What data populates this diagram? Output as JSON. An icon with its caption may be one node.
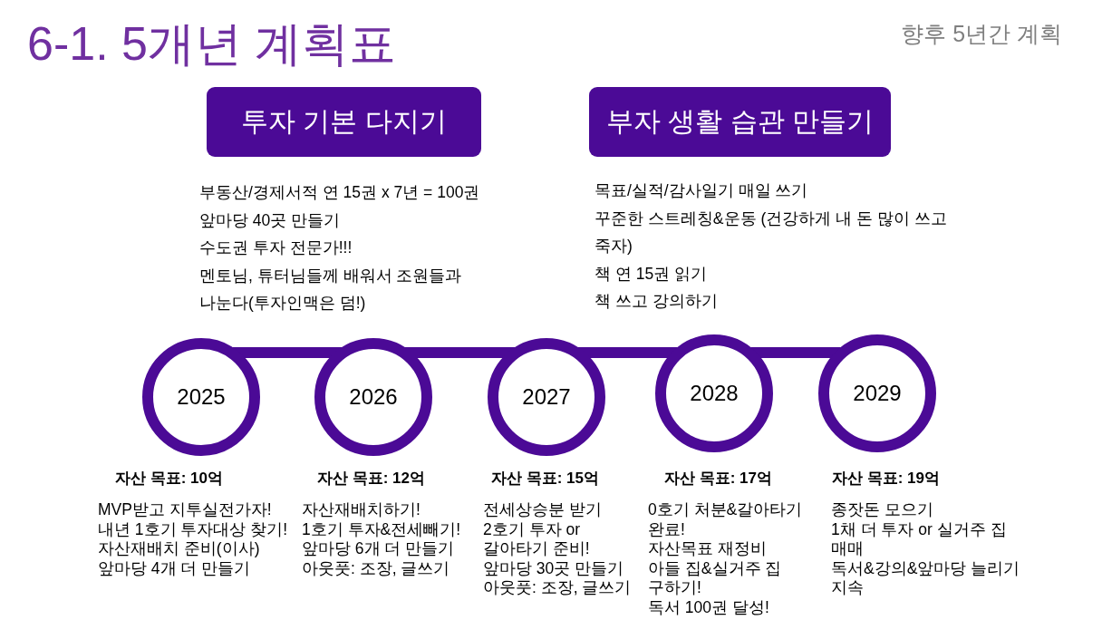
{
  "diagram": {
    "title": "6-1. 5개년 계획표",
    "nodes": [
      {
        "text": [
          "투자 기본 다지기"
        ],
        "beside": [
          "부동산/경제서적 연 15권 x 7년 = 100권",
          "앞마당 40곳 만들기",
          "수도권 투자 전문가!!!",
          "멘토님, 튜터님들께 배워서 조원들과 나눈다(투자인맥은 덤!)"
        ]
      },
      {
        "text": [
          "부자 생활 습관 만들기"
        ],
        "beside": [
          "목표/실적/감사일기 매일 쓰기",
          "꾸준한 스트레칭&운동 (건강하게 내 돈 많이 쓰고 죽자)",
          "책 연 15권 읽기",
          "책 쓰고 강의하기"
        ]
      },
      {
        "text": [
          "2025"
        ],
        "beside": [
          "자산 목표: 10억",
          "MVP받고 지투실전가자!",
          "내년 1호기 투자대상 찾기!",
          "자산재배치 준비(이사)",
          "앞마당 4개 더 만들기"
        ]
      },
      {
        "text": [
          "2026"
        ],
        "beside": [
          "자산 목표: 12억",
          "자산재배치하기!",
          "1호기 투자&전세빼기!",
          "앞마당 6개 더 만들기",
          "아웃풋: 조장, 글쓰기"
        ]
      },
      {
        "text": [
          "2027"
        ],
        "beside": [
          "자산 목표: 15억",
          "전세상승분 받기",
          "2호기 투자 or 갈아타기 준비!",
          "앞마당 30곳 만들기",
          "아웃풋: 조장, 글쓰기"
        ]
      },
      {
        "text": [
          "2028"
        ],
        "beside": [
          "자산 목표: 17억",
          "0호기 처분&갈아타기 완료!",
          "자산목표 재정비",
          "아들 집&실거주 집 구하기!",
          "독서 100권 달성!"
        ]
      },
      {
        "text": [
          "2029"
        ],
        "beside": [
          "자산 목표: 19억",
          "종잣돈 모으기",
          "1채 더 투자 or 실거주 집 매매",
          "독서&강의&앞마당 늘리기 지속"
        ]
      }
    ],
    "edges": [
      {
        "from": 2,
        "to": 3,
        "arrow": "none"
      },
      {
        "from": 3,
        "to": 4,
        "arrow": "none"
      },
      {
        "from": 4,
        "to": 5,
        "arrow": "none"
      },
      {
        "from": 5,
        "to": 6,
        "arrow": "none"
      }
    ],
    "labels": [
      "향후 5년간 계획"
    ]
  }
}
